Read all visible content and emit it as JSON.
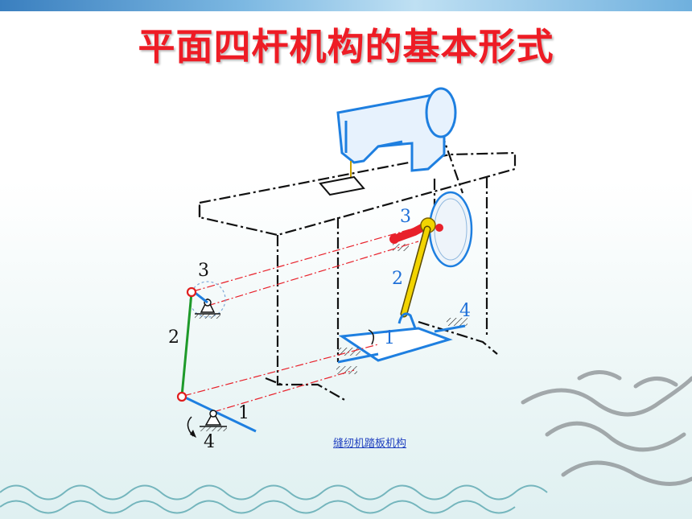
{
  "slide": {
    "title": "平面四杆机构的基本形式"
  },
  "caption": {
    "text": "缝纫机踏板机构"
  },
  "labels": {
    "schematic_link1": "1",
    "schematic_link2": "2",
    "schematic_pivot3": "3",
    "schematic_pivot4": "4",
    "machine_link1": "1",
    "machine_link2": "2",
    "machine_pivot3": "3",
    "machine_pivot4": "4"
  },
  "colors": {
    "title": "#ee1c25",
    "machine": "#1e7fe0",
    "frame": "#111111",
    "crank": "#e8202a",
    "rod": "#f2d400",
    "schematic_link": "#1e7fe0",
    "coupler": "#1e9a2a",
    "joint": "#e01e1e",
    "projection": "#e8202a",
    "label_blue": "#1e6fd8"
  }
}
